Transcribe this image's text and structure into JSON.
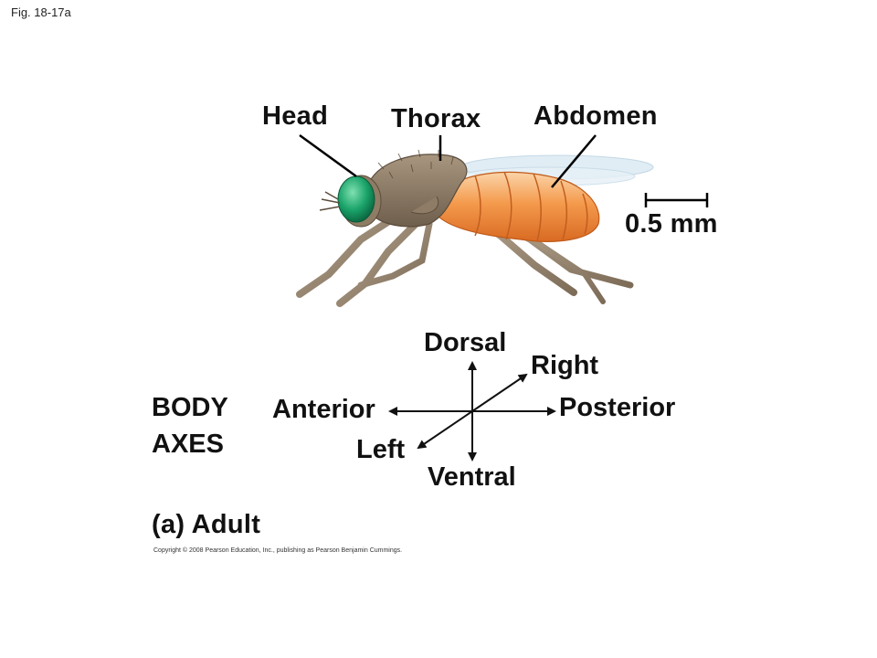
{
  "figure": {
    "label": "Fig. 18-17a",
    "panel_title": "(a) Adult",
    "copyright": "Copyright © 2008 Pearson Education, Inc., publishing as Pearson Benjamin Cummings."
  },
  "fly": {
    "labels": {
      "head": "Head",
      "thorax": "Thorax",
      "abdomen": "Abdomen"
    },
    "scale_bar": "0.5 mm"
  },
  "axes": {
    "title_line1": "BODY",
    "title_line2": "AXES",
    "dorsal": "Dorsal",
    "ventral": "Ventral",
    "anterior": "Anterior",
    "posterior": "Posterior",
    "left": "Left",
    "right": "Right"
  },
  "colors": {
    "eye": "#1aa36a",
    "thorax": "#8c7a66",
    "abdomen": "#f08a3c",
    "wing": "#cfe3ef",
    "legs": "#9b8a76"
  }
}
